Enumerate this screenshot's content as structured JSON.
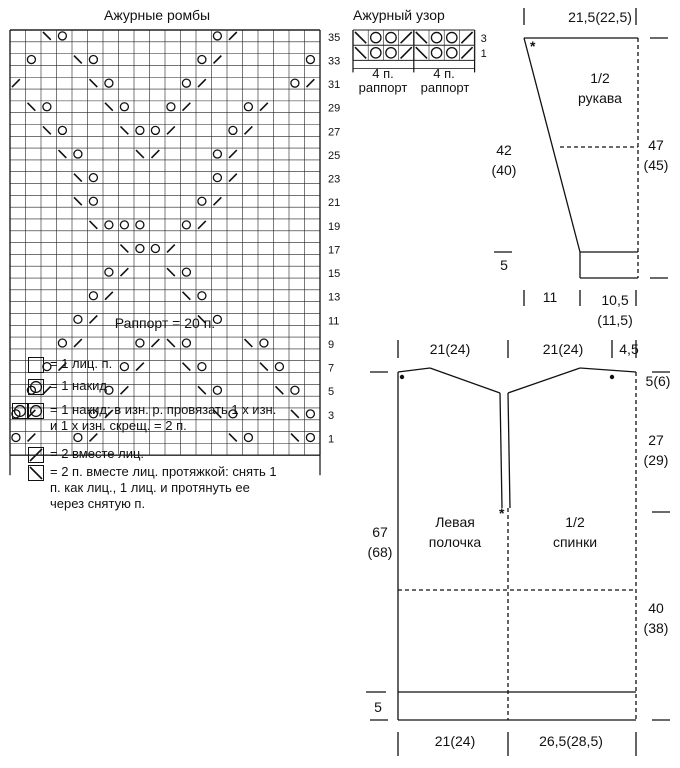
{
  "diamond_chart": {
    "title": "Ажурные ромбы",
    "rapport_label": "Раппорт = 20 п.",
    "row_numbers": [
      "35",
      "33",
      "31",
      "29",
      "27",
      "25",
      "23",
      "21",
      "19",
      "17",
      "15",
      "13",
      "11",
      "9",
      "7",
      "5",
      "3",
      "1"
    ],
    "cols": 20,
    "rows": [
      "..\\o.........o/....",
      ".o..\\o......o/.....o",
      "/....\\o....o/.....o/",
      ".\\o...\\o..o/...o/..",
      "..\\o...\\oo/...o/...",
      "...\\o...\\/...o/....",
      "....\\o.......o/.....",
      "....\\o......o/......",
      ".....\\oOo..o/.......",
      ".......\\oo/.........",
      "......o/..\\o........",
      ".....o/....\\o.......",
      "....o/......\\o......",
      "...o/...o/\\o...\\o...",
      "..o/...o/..\\o...\\o..",
      ".o/...o/....\\o...\\o.",
      "o/...o/......\\o...\\o",
      "o/..o/........\\o..\\o"
    ]
  },
  "openwork_chart": {
    "title": "Ажурный узор",
    "row_numbers": [
      "3",
      "1"
    ],
    "rows": [
      "\\oo/\\oo/",
      "\\oo/\\oo/"
    ],
    "rapport_labels": [
      "4 п.",
      "4 п."
    ],
    "rapport_word": "раппорт"
  },
  "legend": [
    {
      "symbol": "empty",
      "text": "= 1 лиц. п."
    },
    {
      "symbol": "yo",
      "text": "= 1 накид"
    },
    {
      "symbol": "double-yo",
      "text": "= 1 накид: в изн. р. провязать 1 х изн.\nи 1 х изн. скрещ. = 2 п."
    },
    {
      "symbol": "k2tog",
      "text": "= 2 вместе лиц."
    },
    {
      "symbol": "ssk",
      "text": "= 2 п. вместе лиц. протяжкой: снять 1\nп. как лиц., 1 лиц. и протянуть ее\nчерез снятую п."
    }
  ],
  "sleeve": {
    "top_width": "21,5(22,5)",
    "label": "1/2\nрукава",
    "length_left": "42\n(40)",
    "length_right": "47\n(45)",
    "cuff": "5",
    "bottom_left": "11",
    "bottom_right": "10,5\n(11,5)",
    "marker": "*"
  },
  "body": {
    "top_left": "21(24)",
    "top_mid": "21(24)",
    "top_right": "4,5",
    "shoulder": "5(6)",
    "armhole": "27\n(29)",
    "side": "40\n(38)",
    "total_len": "67\n(68)",
    "hem": "5",
    "left_front_label": "Левая\nполочка",
    "back_label": "1/2\nспинки",
    "bottom_left": "21(24)",
    "bottom_right": "26,5(28,5)",
    "marker": "*"
  }
}
